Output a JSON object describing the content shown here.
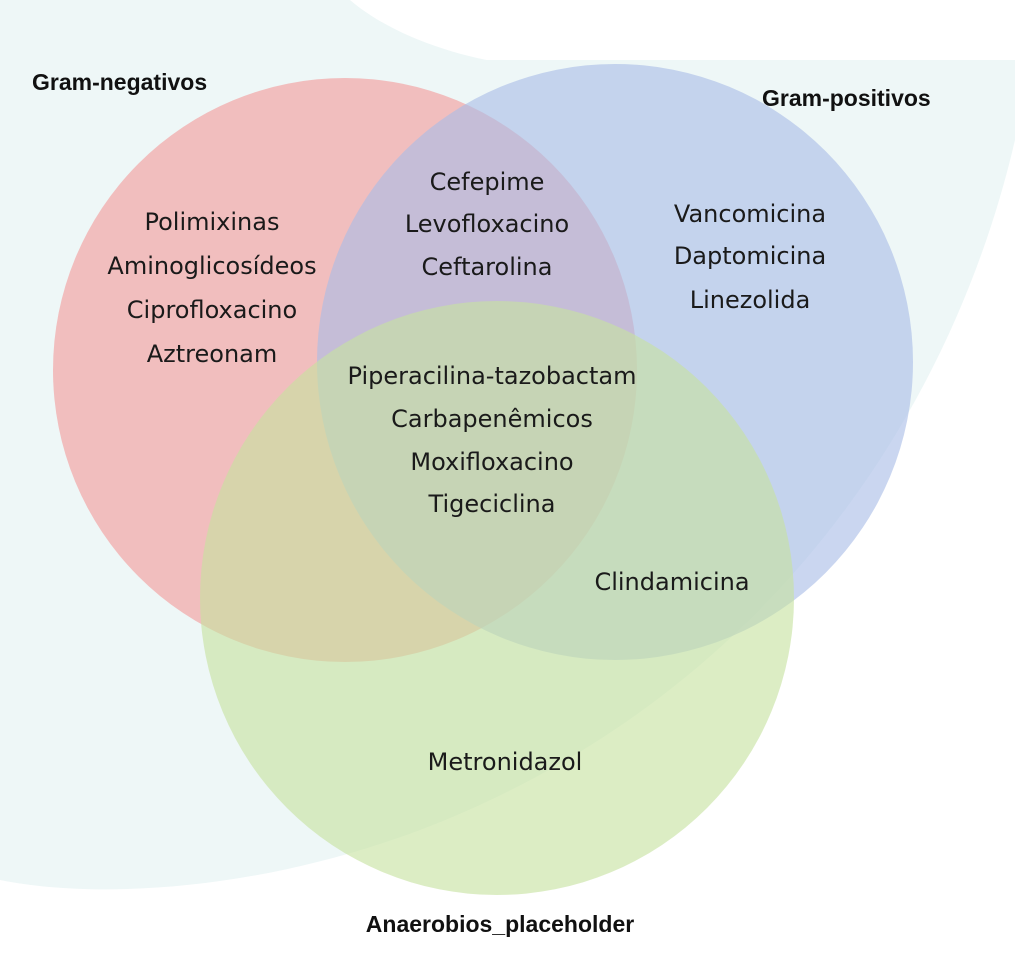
{
  "colors": {
    "background_swoosh": "#eef7f7",
    "gram_negative_fill": "#f2a8a8",
    "gram_positive_fill": "#a9bde6",
    "anaerobe_fill": "#c6e2a0",
    "text": "#1a1a1a"
  },
  "sets": {
    "gram_negative": "Gram-negativos",
    "gram_positive": "Gram-positivos",
    "anaerobes": "Anaerobios_placeholder"
  },
  "regions": {
    "gram_negative_only": [
      "Polimixinas",
      "Aminoglicosídeos",
      "Ciprofloxacino",
      "Aztreonam"
    ],
    "gram_negative_and_positive": [
      "Cefepime",
      "Levofloxacino",
      "Ceftarolina"
    ],
    "gram_positive_only": [
      "Vancomicina",
      "Daptomicina",
      "Linezolida"
    ],
    "all_three": [
      "Piperacilina-tazobactam",
      "Carbapenêmicos",
      "Moxifloxacino",
      "Tigeciclina"
    ],
    "gram_positive_and_anaerobes": [
      "Clindamicina"
    ],
    "anaerobes_only": [
      "Metronidazol"
    ]
  }
}
